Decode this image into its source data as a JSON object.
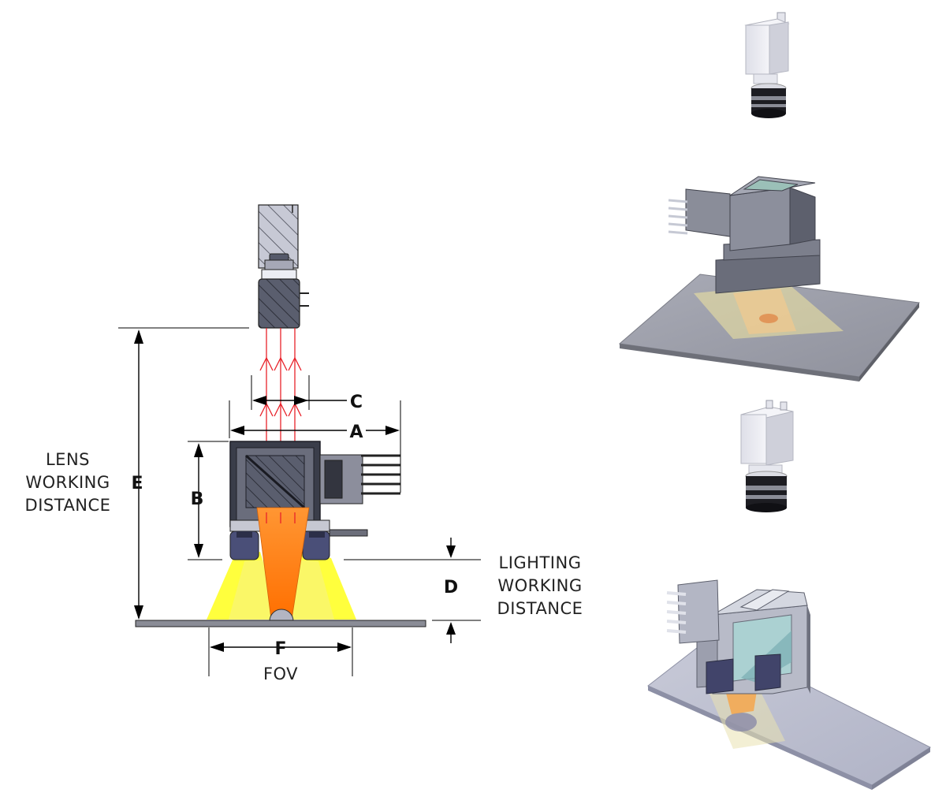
{
  "labels": {
    "a": "A",
    "b": "B",
    "c": "C",
    "d": "D",
    "e": "E",
    "f": "F",
    "fov": "FOV",
    "lens_working_distance": [
      "LENS",
      "WORKING",
      "DISTANCE"
    ],
    "lighting_working_distance": [
      "LIGHTING",
      "WORKING",
      "DISTANCE"
    ]
  },
  "colors": {
    "ray": "#e8222a",
    "light_cone": "#ffff33",
    "lens_cone": "#ff7f0f",
    "hatched_body": "#55596a",
    "light_body": "#c9cbd6",
    "housing_blue": "#4a4f78",
    "platform": "#8a8c96"
  }
}
